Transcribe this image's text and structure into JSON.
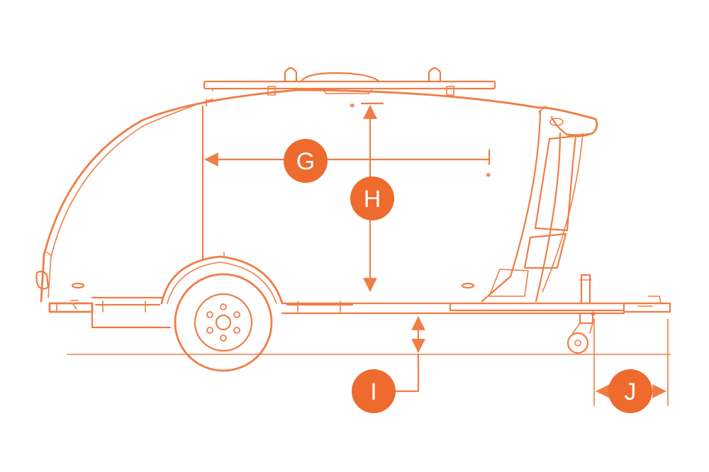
{
  "colors": {
    "line": "#ef7d45",
    "badge": "#ee6a2d",
    "badge_text": "#ffffff"
  },
  "labels": {
    "g": "G",
    "h": "H",
    "i": "I",
    "j": "J"
  },
  "markers": {
    "asterisk": "*"
  }
}
